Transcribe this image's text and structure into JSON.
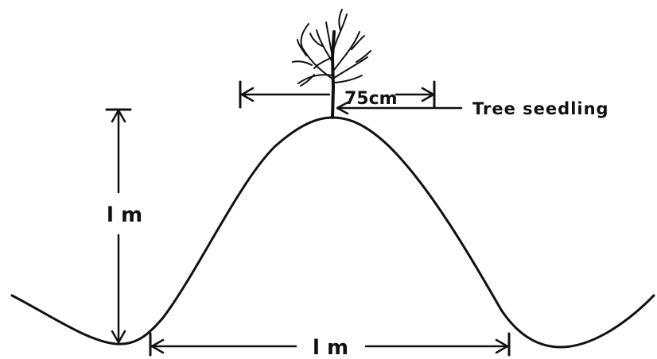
{
  "labels": {
    "top_width": "75cm",
    "seedling": "Tree seedling",
    "height": "l m",
    "base_width": "l m"
  },
  "colors": {
    "ink": "#111111",
    "background": "#ffffff"
  }
}
